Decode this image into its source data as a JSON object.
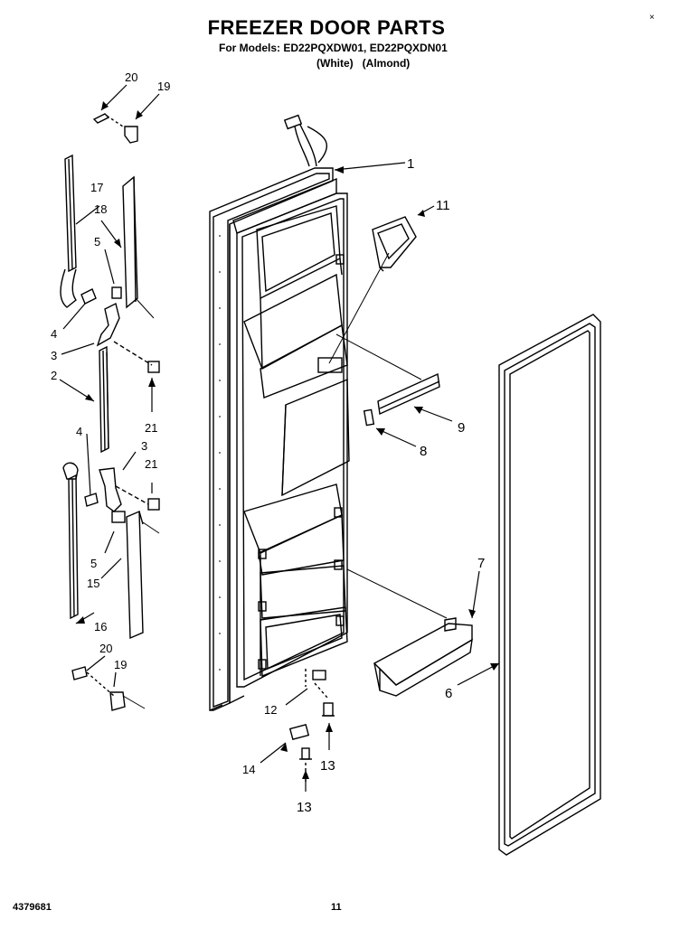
{
  "header": {
    "title": "FREEZER DOOR PARTS",
    "models_line": "For Models: ED22PQXDW01, ED22PQXDN01",
    "variants_line": "(White)   (Almond)",
    "corner_mark": "×"
  },
  "footer": {
    "doc_number": "4379681",
    "page_number": "11"
  },
  "callouts": {
    "c1": "1",
    "c2": "2",
    "c3a": "3",
    "c3b": "3",
    "c4a": "4",
    "c4b": "4",
    "c5a": "5",
    "c5b": "5",
    "c6": "6",
    "c7": "7",
    "c8": "8",
    "c9": "9",
    "c11": "11",
    "c12": "12",
    "c13a": "13",
    "c13b": "13",
    "c14": "14",
    "c15": "15",
    "c16": "16",
    "c17": "17",
    "c18": "18",
    "c19a": "19",
    "c19b": "19",
    "c20a": "20",
    "c20b": "20",
    "c21a": "21",
    "c21b": "21"
  }
}
